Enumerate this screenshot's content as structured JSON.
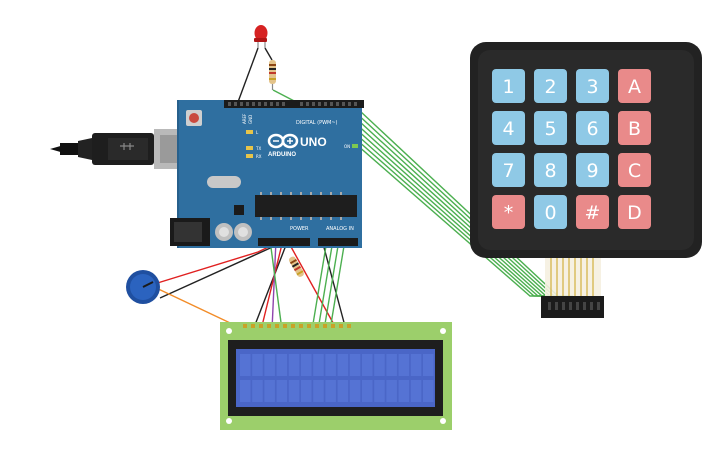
{
  "arduino": {
    "logo_text": "ARDUINO",
    "model_text": "UNO",
    "digital_label": "DIGITAL (PWM~)",
    "power_label": "POWER",
    "analog_label": "ANALOG IN",
    "aref_label": "AREF",
    "gnd_label": "GND",
    "tx_label": "TX",
    "rx_label": "RX",
    "l_label": "L",
    "on_label": "ON"
  },
  "keypad": {
    "keys": [
      "1",
      "2",
      "3",
      "A",
      "4",
      "5",
      "6",
      "B",
      "7",
      "8",
      "9",
      "C",
      "*",
      "0",
      "#",
      "D"
    ],
    "key_kinds": [
      "num",
      "num",
      "num",
      "letter",
      "num",
      "num",
      "num",
      "letter",
      "num",
      "num",
      "num",
      "letter",
      "letter",
      "num",
      "letter",
      "letter"
    ]
  },
  "colors": {
    "board_blue": "#2f6fa0",
    "key_blue": "#8fc9e6",
    "key_red": "#e98a8a",
    "lcd_green": "#9ccf6b",
    "lcd_screen": "#4a66c7",
    "wire_green": "#4caf50",
    "wire_red": "#e02020",
    "wire_black": "#222222",
    "wire_orange": "#f28c28",
    "wire_purple": "#8e44ad"
  },
  "icons": {
    "usb": "usb-cable-icon",
    "led": "red-led-icon",
    "resistor": "resistor-icon",
    "potentiometer": "potentiometer-icon"
  }
}
